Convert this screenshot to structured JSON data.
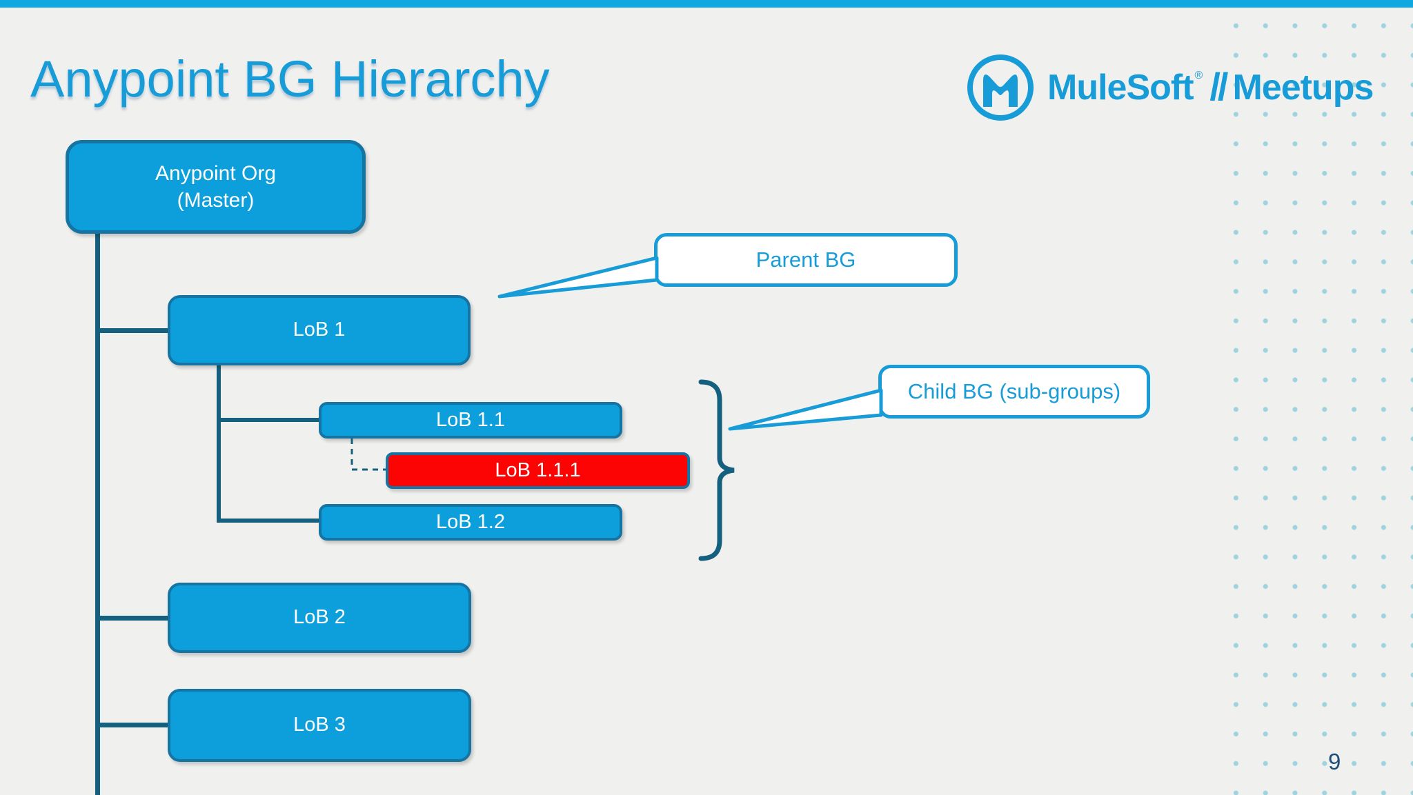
{
  "slide": {
    "title": "Anypoint BG Hierarchy",
    "page_number": "9"
  },
  "logo": {
    "brand": "MuleSoft",
    "registered": "®",
    "separator": "//",
    "product": "Meetups"
  },
  "nodes": {
    "org": {
      "label_line1": "Anypoint Org",
      "label_line2": "(Master)"
    },
    "lob1": {
      "label": "LoB 1"
    },
    "lob11": {
      "label": "LoB 1.1"
    },
    "lob111": {
      "label": "LoB 1.1.1"
    },
    "lob12": {
      "label": "LoB 1.2"
    },
    "lob2": {
      "label": "LoB 2"
    },
    "lob3": {
      "label": "LoB 3"
    }
  },
  "callouts": {
    "parent": {
      "label": "Parent BG"
    },
    "child": {
      "label": "Child BG (sub-groups)"
    }
  },
  "colors": {
    "accent": "#179CD7",
    "box-fill": "#0C9FDB",
    "box-border": "#1674A3",
    "line": "#14607E",
    "red": "#FB0403",
    "bg": "#F0F0EF",
    "topbar": "#0FA8E1",
    "white": "#FFFFFF",
    "pagenum": "#1F4E79",
    "dot": "#9ED3DE"
  }
}
